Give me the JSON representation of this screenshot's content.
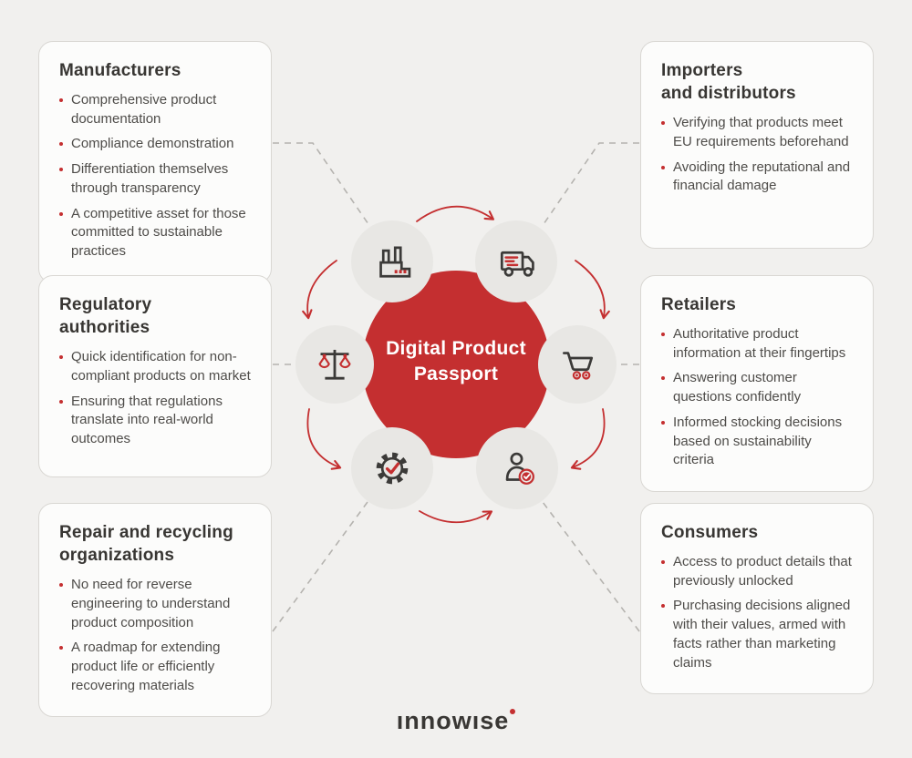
{
  "center": {
    "title_line1": "Digital Product",
    "title_line2": "Passport"
  },
  "colors": {
    "background": "#f1f0ee",
    "accent_red": "#c42f30",
    "card_border": "#d9d7d3",
    "heading_text": "#383633",
    "body_text": "#4e4c49",
    "node_circle": "#e8e7e4",
    "icon_stroke": "#3b3a38",
    "dashed_connector": "#b5b3af"
  },
  "nodes": [
    "factory-icon",
    "truck-icon",
    "scales-icon",
    "cart-icon",
    "gear-check-icon",
    "person-check-icon"
  ],
  "boxes": [
    {
      "title_lines": [
        "Manufacturers"
      ],
      "bullets": [
        "Comprehensive product documentation",
        "Compliance demonstration",
        "Differentiation themselves through transparency",
        "A competitive asset for those committed to sustainable practices"
      ]
    },
    {
      "title_lines": [
        "Importers",
        "and distributors"
      ],
      "bullets": [
        "Verifying that products meet EU requirements beforehand",
        "Avoiding the reputational and financial damage"
      ]
    },
    {
      "title_lines": [
        "Regulatory",
        "authorities"
      ],
      "bullets": [
        "Quick identification for non-compliant products on market",
        "Ensuring that regulations translate into real-world outcomes"
      ]
    },
    {
      "title_lines": [
        "Retailers"
      ],
      "bullets": [
        "Authoritative product information at their fingertips",
        "Answering customer questions confidently",
        "Informed stocking decisions based on sustainability criteria"
      ]
    },
    {
      "title_lines": [
        "Repair and recycling",
        "organizations"
      ],
      "bullets": [
        "No need for reverse engineering to understand product composition",
        "A roadmap for extending product life or efficiently recovering materials"
      ]
    },
    {
      "title_lines": [
        "Consumers"
      ],
      "bullets": [
        "Access to product details that previously unlocked",
        "Purchasing decisions aligned with their values, armed with facts rather than marketing claims"
      ]
    }
  ],
  "logo": {
    "text": "ınnowıse"
  }
}
